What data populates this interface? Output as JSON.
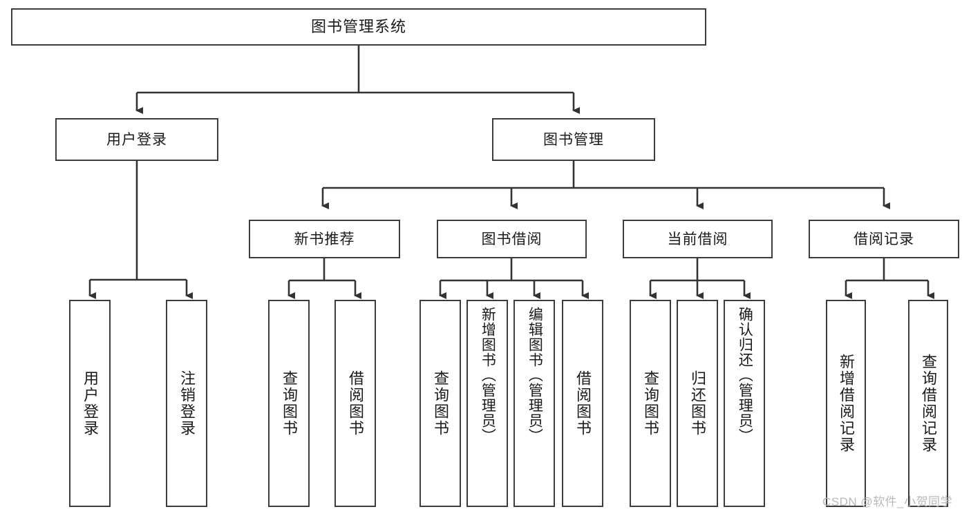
{
  "diagram": {
    "title": "图书管理系统",
    "type": "hierarchy-tree",
    "levels": 4,
    "colors": {
      "box_border": "#3b3b3b",
      "box_fill": "#ffffff",
      "connector": "#333333",
      "text": "#1a1a1a",
      "watermark": "#b9b9b9"
    },
    "root": {
      "label": "图书管理系统"
    },
    "level2": [
      {
        "label": "用户登录"
      },
      {
        "label": "图书管理"
      }
    ],
    "level3": [
      {
        "label": "新书推荐"
      },
      {
        "label": "图书借阅"
      },
      {
        "label": "当前借阅"
      },
      {
        "label": "借阅记录"
      }
    ],
    "leaves_user_login": [
      {
        "label": "用户登录"
      },
      {
        "label": "注销登录"
      }
    ],
    "leaves_new_book": [
      {
        "label": "查询图书"
      },
      {
        "label": "借阅图书"
      }
    ],
    "leaves_borrow": [
      {
        "label": "查询图书"
      },
      {
        "label": "新增图书（管理员）"
      },
      {
        "label": "编辑图书（管理员）"
      },
      {
        "label": "借阅图书"
      }
    ],
    "leaves_current": [
      {
        "label": "查询图书"
      },
      {
        "label": "归还图书"
      },
      {
        "label": "确认归还（管理员）"
      }
    ],
    "leaves_record": [
      {
        "label": "新增借阅记录"
      },
      {
        "label": "查询借阅记录"
      }
    ]
  },
  "watermark": {
    "text": "CSDN @软件_小贺同学"
  }
}
